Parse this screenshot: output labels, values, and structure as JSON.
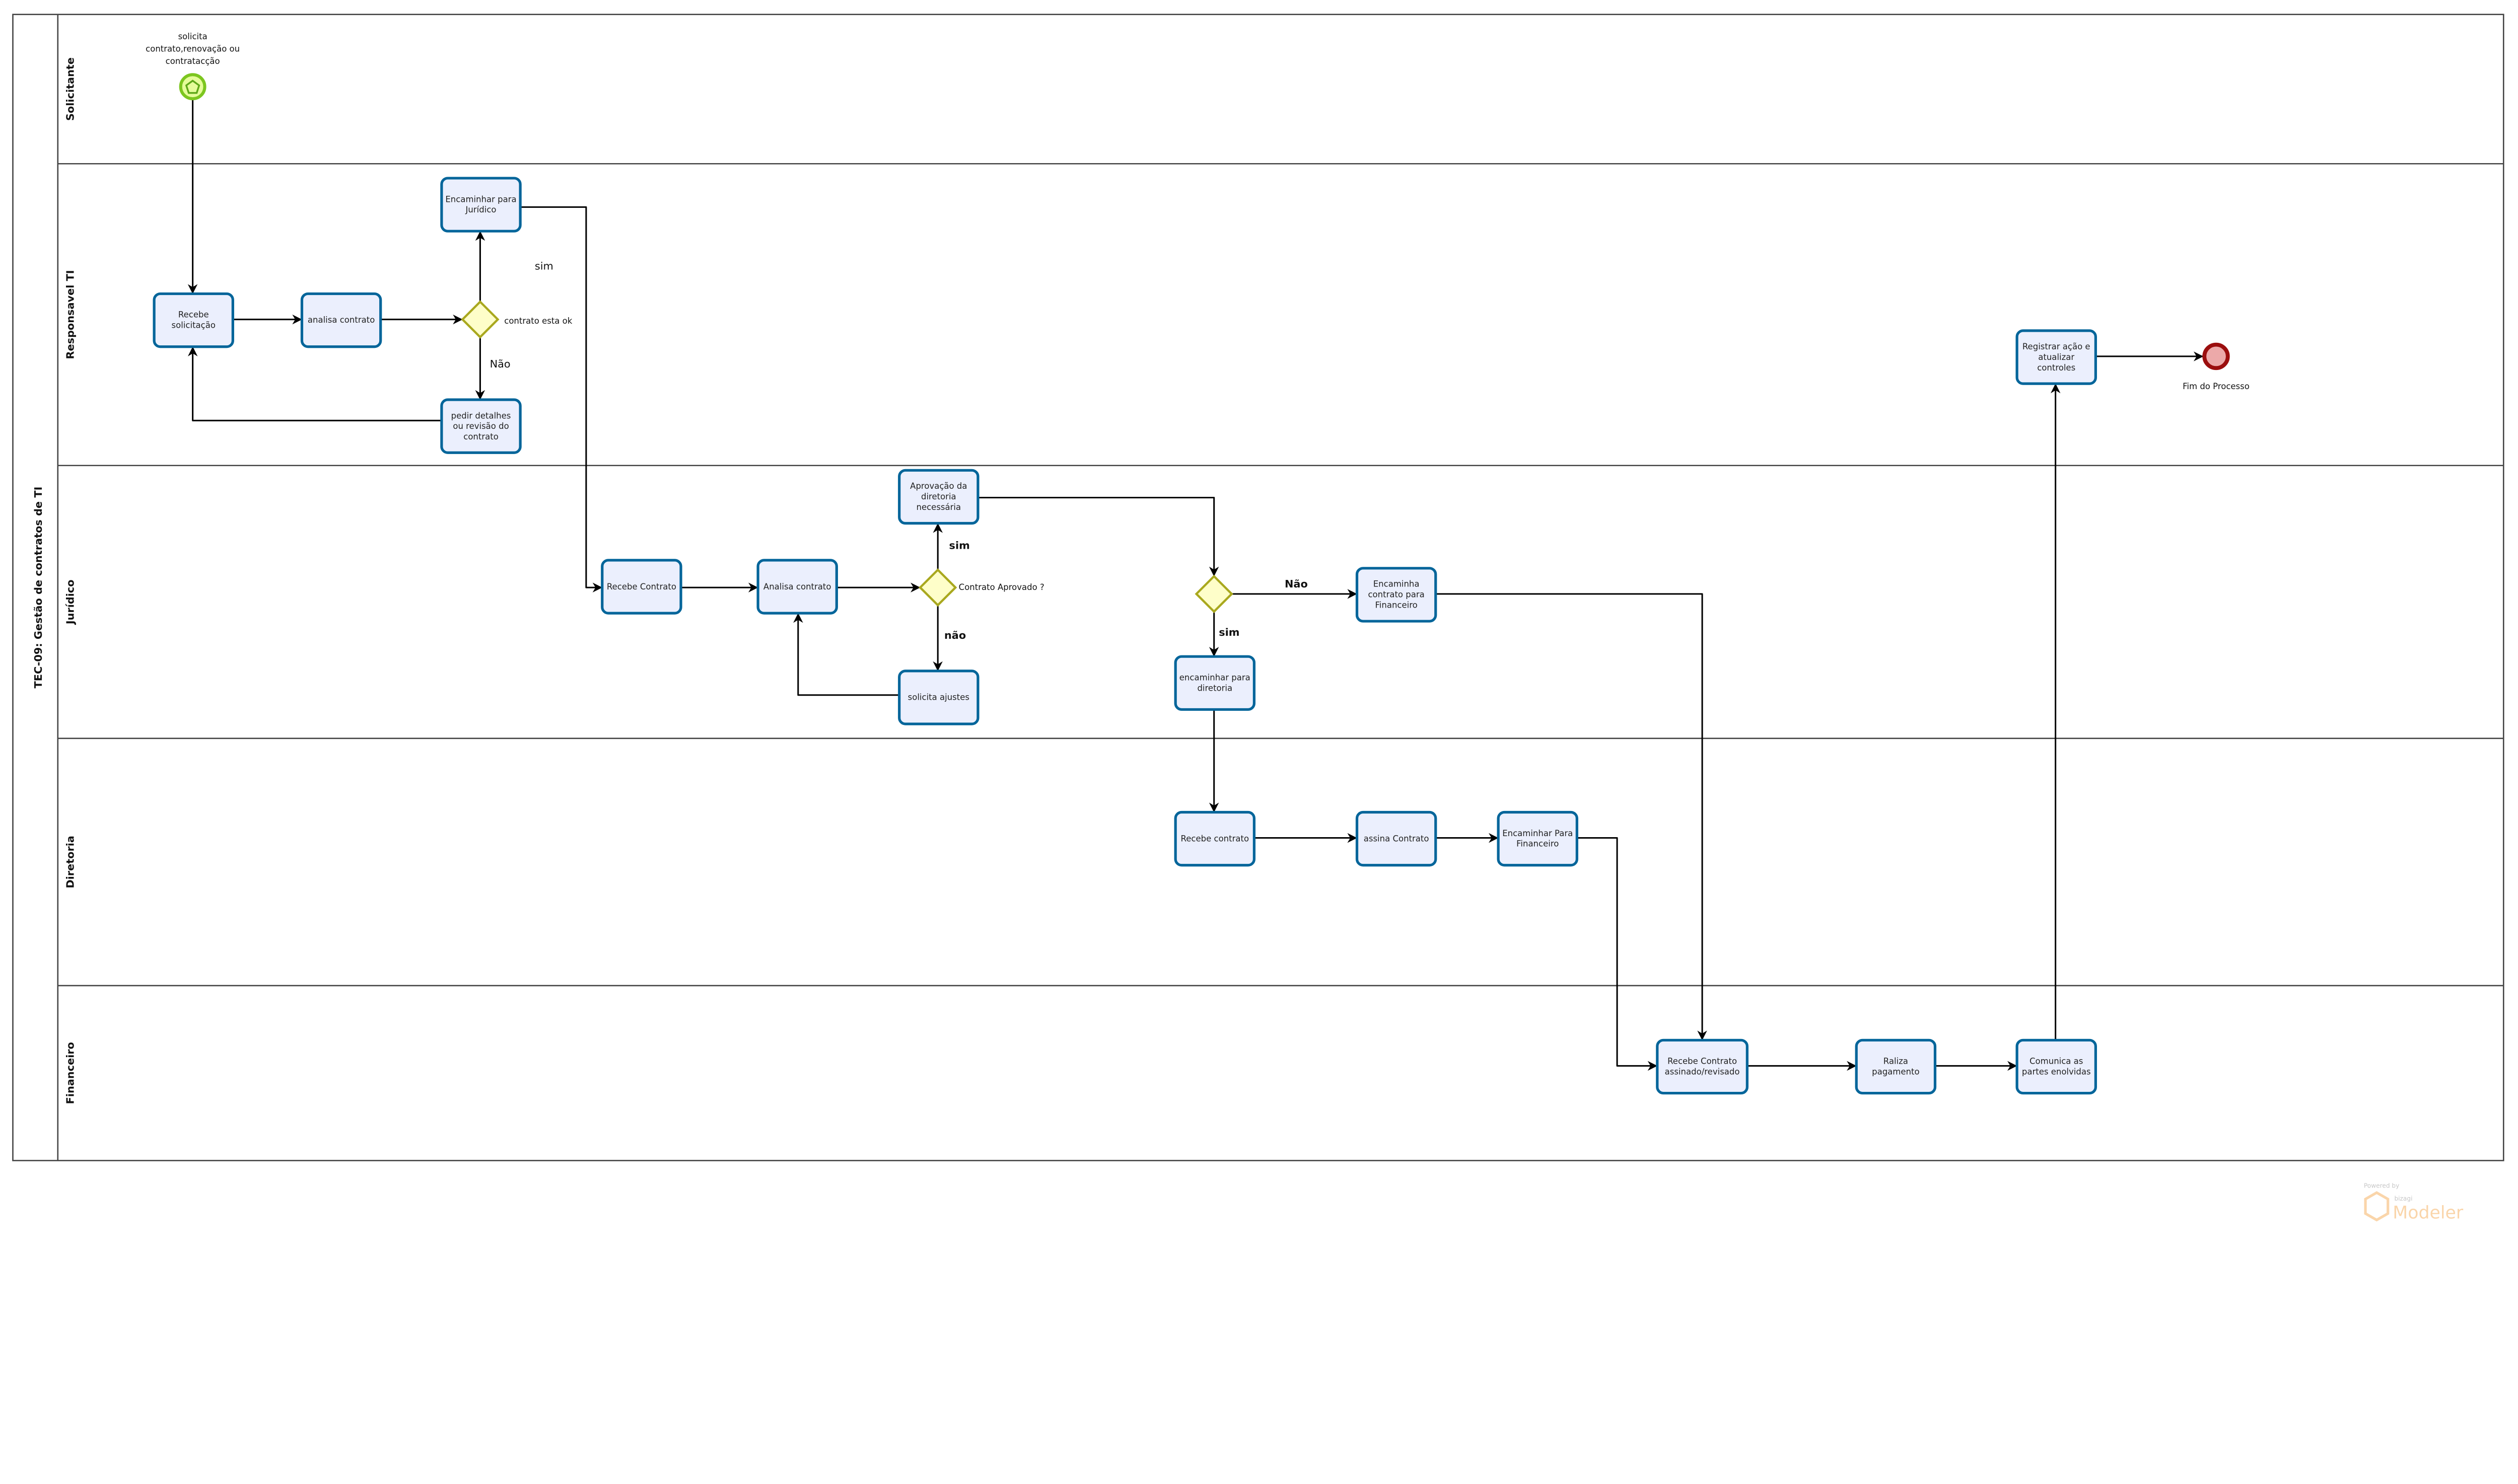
{
  "pool": {
    "title": "TEC-09: Gestão de contratos de TI"
  },
  "lanes": [
    {
      "id": "solicitante",
      "label": "Solicitante"
    },
    {
      "id": "responsavel",
      "label": "Responsavel TI"
    },
    {
      "id": "juridico",
      "label": "Jurídico"
    },
    {
      "id": "diretoria",
      "label": "Diretoria"
    },
    {
      "id": "financeiro",
      "label": "Financeiro"
    }
  ],
  "events": {
    "start": {
      "label": "solicita contrato,renovação ou contratacção",
      "type": "start",
      "color": "#7cc61f"
    },
    "end": {
      "label": "Fim do Processo",
      "type": "end",
      "color": "#9b0e0e"
    }
  },
  "tasks": {
    "recebe_solicitacao": "Recebe solicitação",
    "analisa_contrato_ti": "analisa contrato",
    "encaminhar_juridico": "Encaminhar para Jurídico",
    "pedir_detalhes": "pedir detalhes ou revisão do contrato",
    "registrar_acao": "Registrar ação e atualizar controles",
    "recebe_contrato_jur": "Recebe Contrato",
    "analisa_contrato_jur": "Analisa contrato",
    "aprovacao_diretoria": "Aprovação da diretoria necessária",
    "solicita_ajustes": "solicita ajustes",
    "encaminha_financeiro": "Encaminha contrato para Financeiro",
    "encaminhar_diretoria": "encaminhar para diretoria",
    "recebe_contrato_dir": "Recebe contrato",
    "assina_contrato": "assina Contrato",
    "encaminhar_para_financeiro": "Encaminhar Para Financeiro",
    "recebe_assinado": "Recebe Contrato assinado/revisado",
    "realiza_pagamento": "Raliza pagamento",
    "comunica_partes": "Comunica as partes enolvidas"
  },
  "gateways": {
    "gw_contrato_ok": "contrato esta ok",
    "gw_aprovado": "Contrato Aprovado ?",
    "gw_diretoria": ""
  },
  "flow_labels": {
    "sim_ti": "sim",
    "nao_ti": "Não",
    "sim_jur": "sim",
    "nao_jur": "não",
    "nao_dir": "Não",
    "sim_dir": "sim"
  },
  "colors": {
    "task_fill": "#ebeffd",
    "task_stroke": "#02659a",
    "gateway_fill": "#fefec9",
    "gateway_stroke": "#a9a81e",
    "start_fill": "#e5fc9a",
    "end_fill": "#eca9a9"
  },
  "watermark": {
    "powered": "Powered by",
    "brand": "bizagi",
    "product": "Modeler"
  }
}
